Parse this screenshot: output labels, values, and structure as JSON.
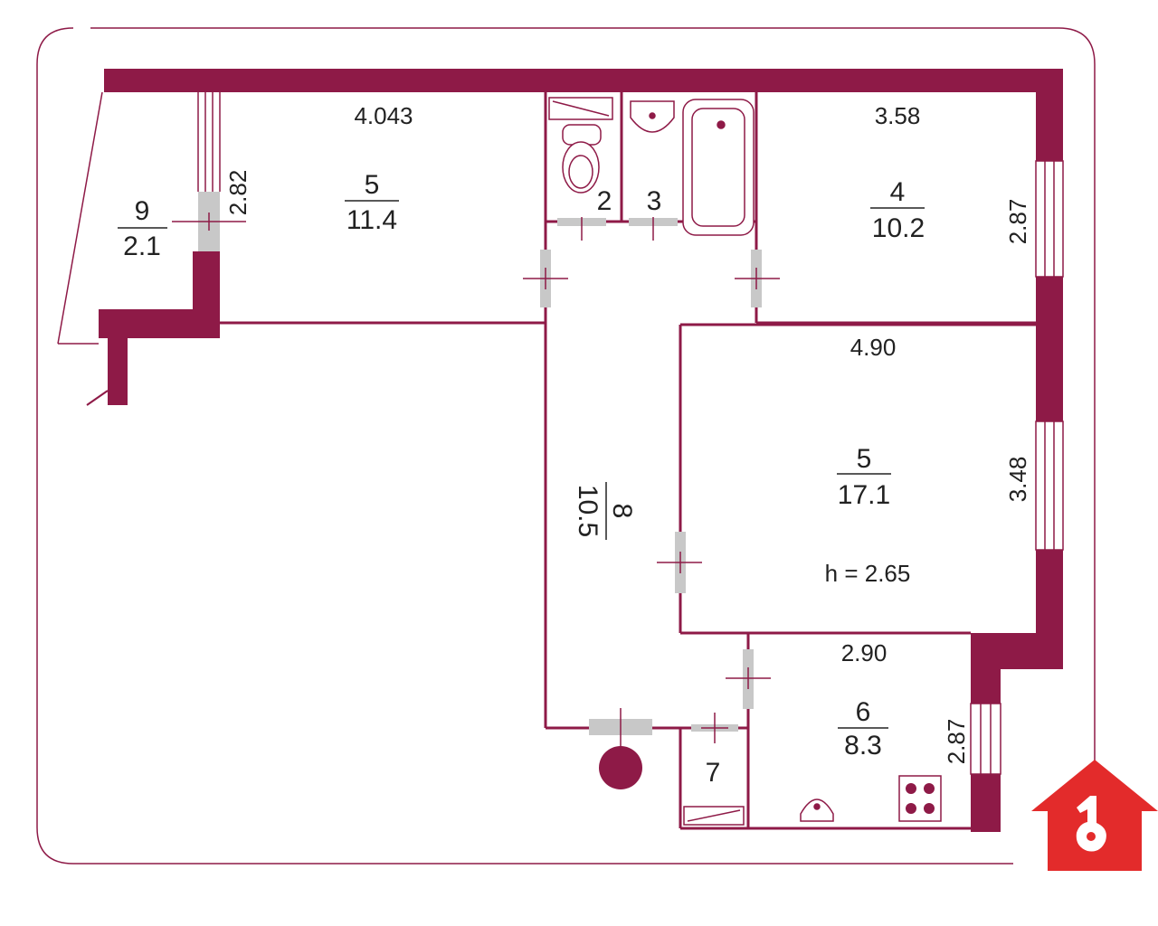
{
  "colors": {
    "wall": "#8e1a47",
    "frame": "#8e1a47",
    "door": "#c8c8c8",
    "logo": "#e32b2b",
    "text": "#222222"
  },
  "rooms": [
    {
      "id": "room-9",
      "number": "9",
      "area": "2.1"
    },
    {
      "id": "room-5a",
      "number": "5",
      "area": "11.4"
    },
    {
      "id": "room-2",
      "number": "2"
    },
    {
      "id": "room-3",
      "number": "3"
    },
    {
      "id": "room-4",
      "number": "4",
      "area": "10.2"
    },
    {
      "id": "room-8",
      "number": "8",
      "area": "10.5"
    },
    {
      "id": "room-5b",
      "number": "5",
      "area": "17.1"
    },
    {
      "id": "room-6",
      "number": "6",
      "area": "8.3"
    },
    {
      "id": "room-7",
      "number": "7"
    }
  ],
  "dimensions": {
    "room5a_width": "4.043",
    "room9_height": "2.82",
    "room4_width": "3.58",
    "room4_height": "2.87",
    "room5b_width": "4.90",
    "room5b_height": "3.48",
    "room6_width": "2.90",
    "room6_height": "2.87"
  },
  "ceiling_height": "h = 2.65",
  "icons": {
    "logo": "house-key-logo",
    "toilet": "toilet-icon",
    "sink": "sink-icon",
    "bathtub": "bathtub-icon",
    "stove": "stove-icon",
    "riser": "riser-icon"
  }
}
